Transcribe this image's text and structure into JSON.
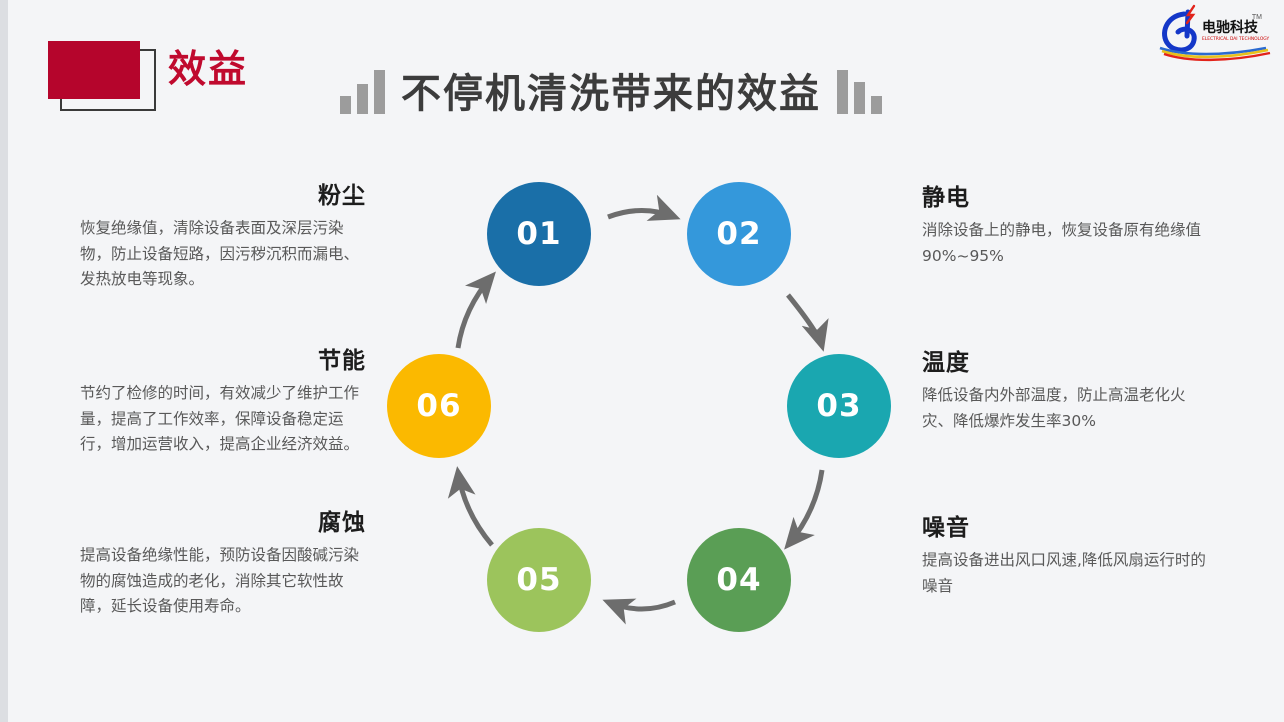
{
  "header": {
    "tag_label": "效益",
    "title": "不停机清洗带来的效益",
    "accent_red": "#b5052c",
    "tag_text_color": "#c00a2e",
    "title_color": "#3c3c3c",
    "decor_bar_color": "#9c9c9c"
  },
  "logo": {
    "brand_cn": "电驰科技",
    "brand_en": "ELECTRICAL DAI TECHNOLOGY",
    "trademark": "TM"
  },
  "diagram": {
    "type": "cycle",
    "arrow_color": "#6d6d6d",
    "nodes": [
      {
        "num": "01",
        "color": "#1a6fa8",
        "title": "粉尘",
        "side": "left",
        "desc": "恢复绝缘值，清除设备表面及深层污染物，防止设备短路，因污秽沉积而漏电、发热放电等现象。"
      },
      {
        "num": "02",
        "color": "#3498db",
        "title": "静电",
        "side": "right",
        "desc": "消除设备上的静电，恢复设备原有绝缘值90%~95%"
      },
      {
        "num": "03",
        "color": "#1aa7b0",
        "title": "温度",
        "side": "right",
        "desc": "降低设备内外部温度，防止高温老化火灾、降低爆炸发生率30%"
      },
      {
        "num": "04",
        "color": "#5a9e55",
        "title": "噪音",
        "side": "right",
        "desc": "提高设备进出风口风速,降低风扇运行时的噪音"
      },
      {
        "num": "05",
        "color": "#9cc45c",
        "title": "腐蚀",
        "side": "left",
        "desc": "提高设备绝缘性能，预防设备因酸碱污染物的腐蚀造成的老化，消除其它软性故障，延长设备使用寿命。"
      },
      {
        "num": "06",
        "color": "#fbb900",
        "title": "节能",
        "side": "left",
        "desc": "节约了检修的时间，有效减少了维护工作量，提高了工作效率，保障设备稳定运行，增加运营收入，提高企业经济效益。"
      }
    ]
  }
}
